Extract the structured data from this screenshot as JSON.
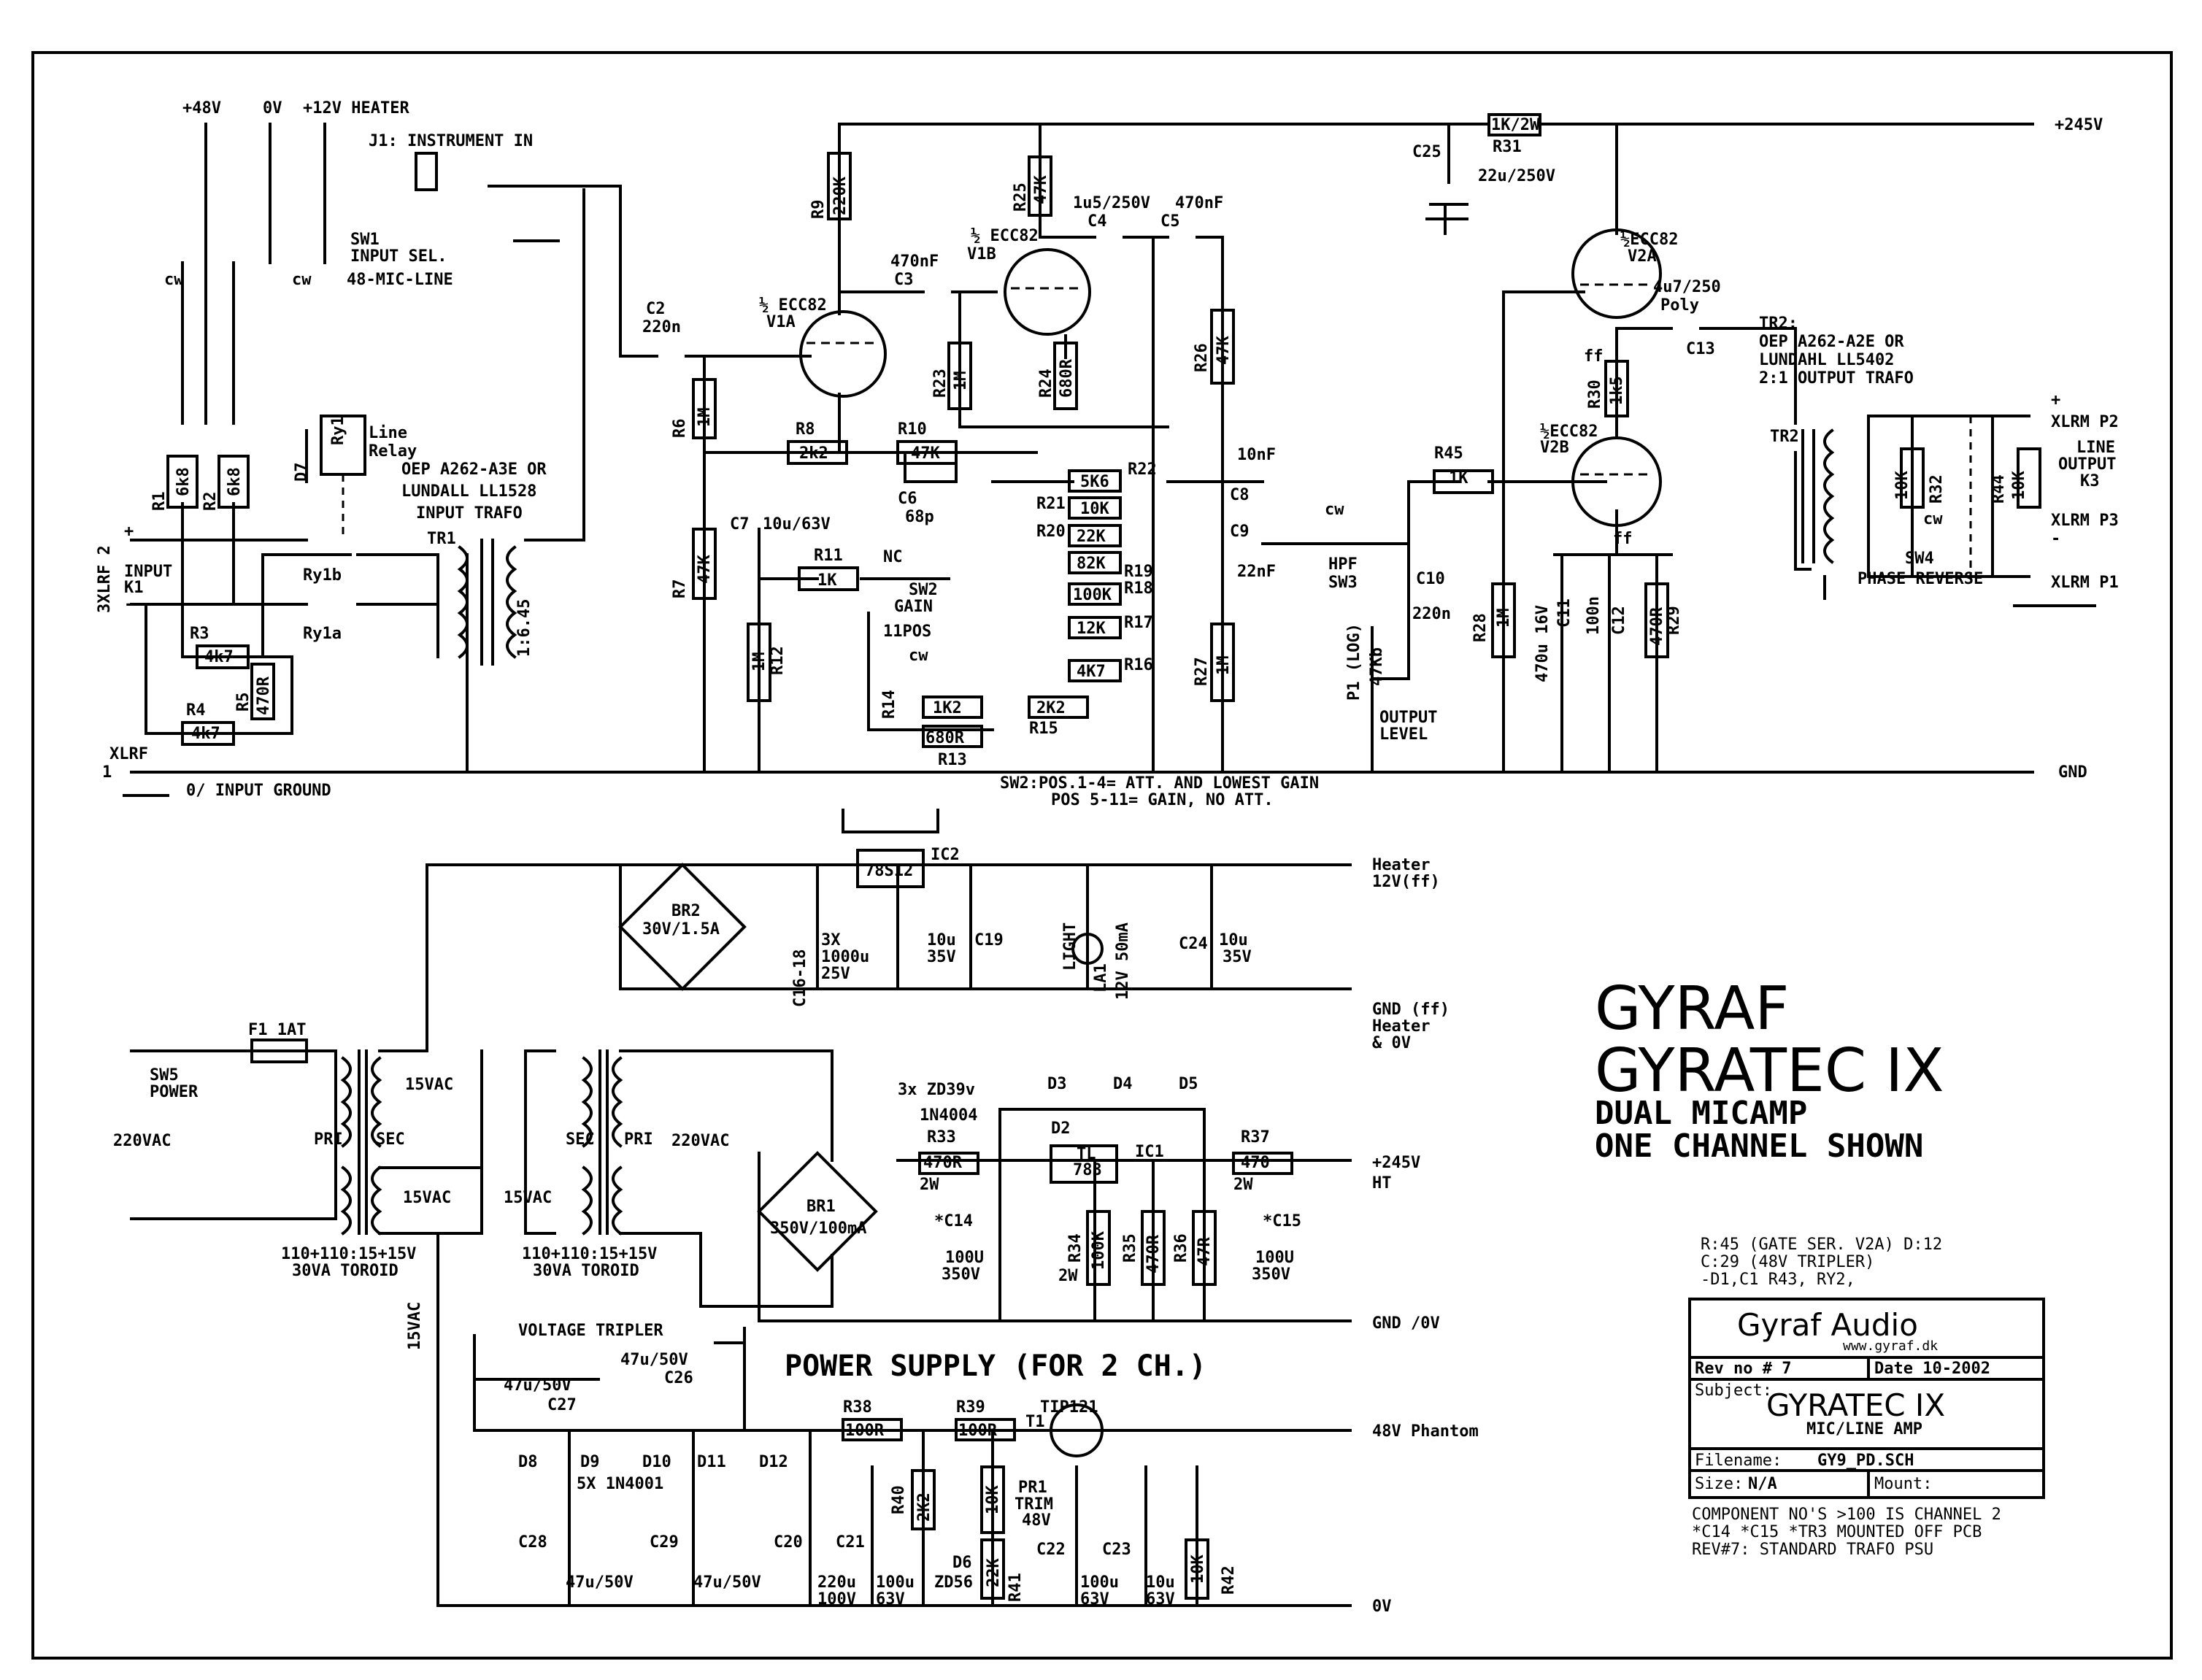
{
  "schematic": {
    "rails": {
      "p48": "+48V",
      "v0": "0V",
      "p12_heater": "+12V HEATER",
      "p245": "+245V",
      "gnd": "GND",
      "input_ground": "0/ INPUT GROUND"
    },
    "input": {
      "j1": "J1: INSTRUMENT IN",
      "sw1_title": "SW1",
      "sw1_line2": "INPUT SEL.",
      "sw1_line3": "48-MIC-LINE",
      "cw": "cw",
      "relay_line": "Line",
      "relay_relay": "Relay",
      "ry1": "Ry1",
      "d7": "D7",
      "ry1b": "Ry1b",
      "ry1a": "Ry1a",
      "input_label": "INPUT",
      "k1": "K1",
      "xlrf2": "3XLRF 2",
      "xlrf1": "XLRF",
      "xlrf1_num": "1",
      "tr1_name_1": "OEP A262-A3E OR",
      "tr1_name_2": "LUNDALL LL1528",
      "tr1_name_3": "INPUT TRAFO",
      "tr1": "TR1",
      "tr1_ratio": "1:6.45",
      "r1": "R1",
      "r1v": "6k8",
      "r2": "R2",
      "r2v": "6k8",
      "r3": "R3",
      "r3v": "4k7",
      "r4": "R4",
      "r4v": "4k7",
      "r5": "R5",
      "r5v": "470R",
      "plus": "+",
      "minus": "-"
    },
    "preamp": {
      "c2": "C2",
      "c2v": "220n",
      "r6": "R6",
      "r6v": "1M",
      "r7": "R7",
      "r7v": "47K",
      "r8": "R8",
      "r8v": "2k2",
      "r9": "R9",
      "r9v": "220K",
      "r10": "R10",
      "r10v": "47K",
      "c6": "C6",
      "c6v": "68p",
      "v1a": "½ ECC82",
      "v1a_id": "V1A",
      "v1b": "½ ECC82",
      "v1b_id": "V1B",
      "c3": "C3",
      "c3v": "470nF",
      "r23": "R23",
      "r23v": "1M",
      "r24": "R24",
      "r24v": "680R",
      "r25": "R25",
      "r25v": "47K",
      "c4": "C4",
      "c4v": "1u5/250V",
      "c5": "C5",
      "c5v": "470nF",
      "c7": "C7",
      "c7v": "10u/63V",
      "r11": "R11",
      "r11v": "1K",
      "r12": "R12",
      "r12v": "1M",
      "nc": "NC",
      "sw2": "SW2",
      "sw2_gain": "GAIN",
      "sw2_pos": "11POS",
      "r13": "R13",
      "r13v": "680R",
      "r14": "R14",
      "r14v": "1K2",
      "r15": "R15",
      "r15v": "2K2",
      "r16": "R16",
      "r16v": "4K7",
      "r17": "R17",
      "r17v": "12K",
      "r18": "R18",
      "r18v": "100K",
      "r19": "R19",
      "r19v": "82K",
      "r20": "R20",
      "r20v": "22K",
      "r21": "R21",
      "r21v": "10K",
      "r22": "R22",
      "r22v": "5K6",
      "cw": "cw",
      "sw2_note_1": "SW2:POS.1-4= ATT. AND LOWEST GAIN",
      "sw2_note_2": "POS 5-11= GAIN, NO ATT."
    },
    "output": {
      "r26": "R26",
      "r26v": "47K",
      "r27": "R27",
      "r27v": "1M",
      "c8": "C8",
      "c8v": "10nF",
      "c9": "C9",
      "c9v": "22nF",
      "hpf": "HPF",
      "sw3": "SW3",
      "cw": "cw",
      "c10": "C10",
      "c10v": "220n",
      "p1": "P1 (LOG)",
      "p1v": "47Kb",
      "out_level_1": "OUTPUT",
      "out_level_2": "LEVEL",
      "r45": "R45",
      "r45v": "1K",
      "r28": "R28",
      "r28v": "1M",
      "c11": "C11",
      "c11v": "470u 16V",
      "c12": "C12",
      "c12v": "100n",
      "r29": "R29",
      "r29v": "470R",
      "v2b": "½ECC82",
      "v2b_id": "V2B",
      "v2a": "½ECC82",
      "v2a_id": "V2A",
      "ff": "ff",
      "r30": "R30",
      "r30v": "1k5",
      "r31": "R31",
      "r31v": "1K/2W",
      "c25": "C25",
      "c25v": "22u/250V",
      "c13": "C13",
      "c13v": "4u7/250",
      "c13type": "Poly",
      "tr2_1": "TR2:",
      "tr2_2": "OEP A262-A2E OR",
      "tr2_3": "LUNDAHL LL5402",
      "tr2_4": "2:1 OUTPUT TRAFO",
      "tr2": "TR2",
      "r32": "R32",
      "r32v": "10K",
      "r44": "R44",
      "r44v": "10K",
      "sw4": "SW4",
      "phase_rev": "PHASE REVERSE",
      "xlrm_p2": "XLRM P2",
      "xlrm_p3": "XLRM P3",
      "xlrm_p1": "XLRM P1",
      "line_out_1": "LINE",
      "line_out_2": "OUTPUT",
      "line_out_3": "K3",
      "plus": "+",
      "minus": "-"
    },
    "psu": {
      "ic2": "IC2",
      "ic2v": "78S12",
      "br2": "BR2",
      "br2v": "30V/1.5A",
      "c16": "C16-18",
      "c16v1": "3X",
      "c16v2": "1000u",
      "c16v3": "25V",
      "c19": "C19",
      "c19v1": "10u",
      "c19v2": "35V",
      "la1": "LA1",
      "light": "LIGHT",
      "la1v": "12V 50mA",
      "c24": "C24",
      "c24v1": "10u",
      "c24v2": "35V",
      "heater_1": "Heater",
      "heater_2": "12V(ff)",
      "gnd_ff_1": "GND (ff)",
      "gnd_ff_2": "Heater",
      "gnd_ff_3": "& 0V",
      "sw5_1": "SW5",
      "sw5_2": "POWER",
      "f1": "F1 1AT",
      "mains": "220VAC",
      "mains2": "220VAC",
      "pri": "PRI",
      "sec": "SEC",
      "v15_a": "15VAC",
      "v15_b": "15VAC",
      "v15_c": "15VAC",
      "v15_d": "15VAC",
      "tor_1": "110+110:15+15V",
      "tor_2": "30VA TOROID",
      "br1": "BR1",
      "br1v": "350V/100mA",
      "zd_note": "3x ZD39v",
      "d3": "D3",
      "d4": "D4",
      "d5": "D5",
      "d2": "D2",
      "d2v": "1N4004",
      "r33": "R33",
      "r33v": "470R",
      "r33w": "2W",
      "ic1": "IC1",
      "ic1v1": "TL",
      "ic1v2": "783",
      "r37": "R37",
      "r37v": "470",
      "r37w": "2W",
      "hv_1": "+245V",
      "hv_2": "HT",
      "c14": "*C14",
      "c14v1": "100U",
      "c14v2": "350V",
      "r34": "R34",
      "r34v": "100K",
      "r34w": "2W",
      "r35": "R35",
      "r35v": "470R",
      "r36": "R36",
      "r36v": "47R",
      "c15": "*C15",
      "c15v1": "100U",
      "c15v2": "350V",
      "gnd_0v": "GND /0V",
      "tripler": "VOLTAGE TRIPLER",
      "c26": "C26",
      "c26v": "47u/50V",
      "c27": "C27",
      "c27v": "47u/50V",
      "d8": "D8",
      "d9": "D9",
      "d10": "D10",
      "d11": "D11",
      "d12": "D12",
      "d_note": "5X 1N4001",
      "r38": "R38",
      "r38v": "100R",
      "r39": "R39",
      "r39v": "100R",
      "t1": "T1",
      "t1v": "TIP121",
      "phantom": "48V Phantom",
      "c28": "C28",
      "c28v": "47u/50V",
      "c29": "C29",
      "c29v": "47u/50V",
      "c20": "C20",
      "c20v1": "220u",
      "c20v2": "100V",
      "c21": "C21",
      "c21v1": "100u",
      "c21v2": "63V",
      "r40": "R40",
      "r40v": "2K2",
      "d6": "D6",
      "d6v": "ZD56",
      "pr1": "PR1",
      "pr1v": "10K",
      "pr1_1": "TRIM",
      "pr1_2": "48V",
      "r41": "R41",
      "r41v": "22K",
      "c22": "C22",
      "c22v1": "100u",
      "c22v2": "63V",
      "c23": "C23",
      "c23v1": "10u",
      "c23v2": "63V",
      "r42": "R42",
      "r42v": "10K",
      "ov": "0V",
      "psu_title": "POWER SUPPLY (FOR 2 CH.)"
    },
    "title": {
      "brand": "GYRAF",
      "model": "GYRATEC IX",
      "line3": "DUAL MICAMP",
      "line4": "ONE CHANNEL SHOWN"
    },
    "notes": {
      "n1": "R:45 (GATE SER. V2A) D:12",
      "n2": "C:29 (48V TRIPLER)",
      "n3": "-D1,C1 R43, RY2,"
    },
    "titleblock": {
      "company": "Gyraf Audio",
      "url": "www.gyraf.dk",
      "rev_label": "Rev no # 7",
      "date_label": "Date 10-2002",
      "subject_label": "Subject:",
      "subject_1": "GYRATEC IX",
      "subject_2": "MIC/LINE AMP",
      "filename_label": "Filename:",
      "filename": "GY9_PD.SCH",
      "size_label": "Size:",
      "size": "N/A",
      "mount_label": "Mount:"
    },
    "footnotes": {
      "f1": "COMPONENT NO'S >100 IS CHANNEL 2",
      "f2": "*C14 *C15 *TR3 MOUNTED OFF PCB",
      "f3": "REV#7: STANDARD TRAFO PSU"
    }
  }
}
